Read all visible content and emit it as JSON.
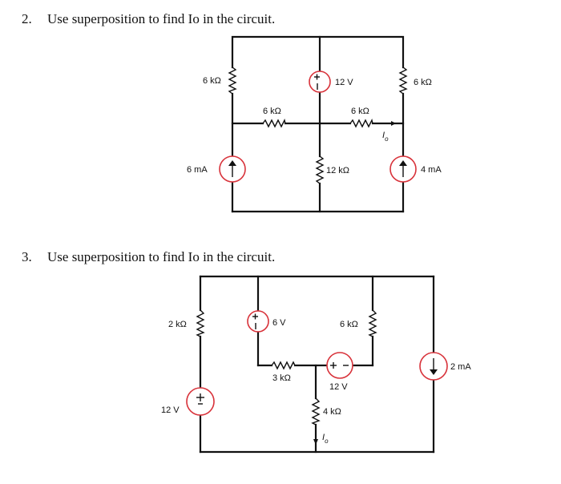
{
  "problems": [
    {
      "number": "2.",
      "text": "Use superposition to find Io in the circuit."
    },
    {
      "number": "3.",
      "text": "Use superposition to find Io in the circuit."
    }
  ],
  "circuit2": {
    "r_top_left": "6 kΩ",
    "r_mid_left": "6 kΩ",
    "r_mid_right": "6 kΩ",
    "r_center": "12 kΩ",
    "r_top_right": "6 kΩ",
    "v_source": "12 V",
    "i_source_left": "6 mA",
    "i_source_right": "4 mA",
    "current_label": "I",
    "current_sub": "o"
  },
  "circuit3": {
    "r_left": "2 kΩ",
    "r_mid_horizontal": "3 kΩ",
    "r_right": "6 kΩ",
    "r_bottom": "4 kΩ",
    "v_top": "6 V",
    "v_mid": "12 V",
    "v_left": "12 V",
    "i_source": "2 mA",
    "current_label": "I",
    "current_sub": "o"
  },
  "colors": {
    "source_outline": "#d8323a",
    "wire": "#111111"
  }
}
